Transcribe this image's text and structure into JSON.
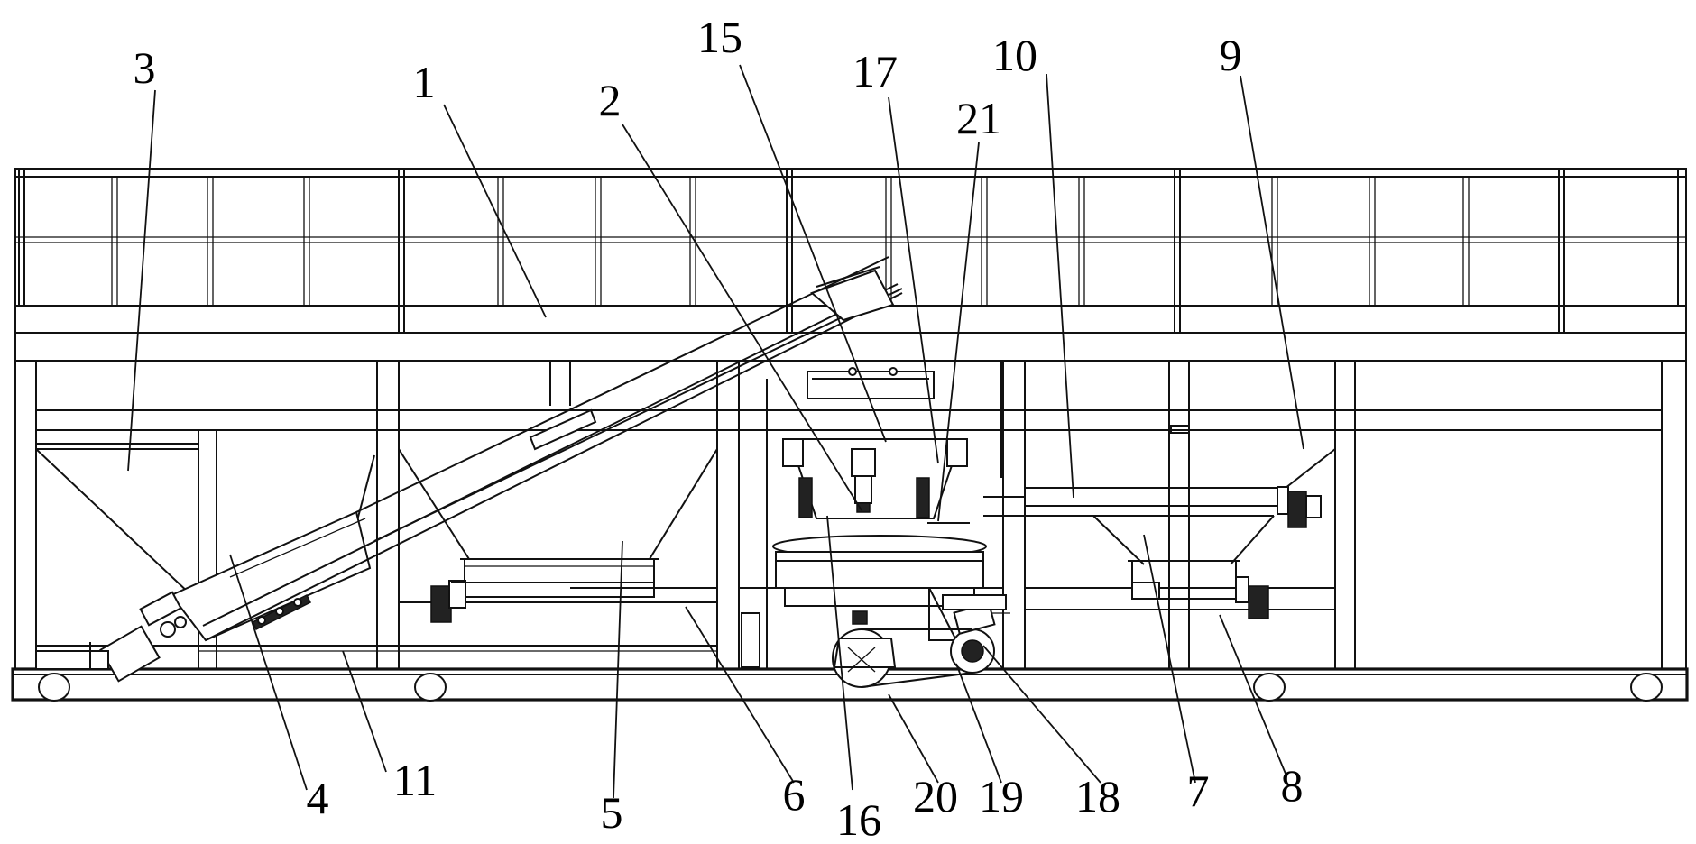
{
  "callouts": [
    {
      "id": "3",
      "text": "3"
    },
    {
      "id": "1",
      "text": "1"
    },
    {
      "id": "2",
      "text": "2"
    },
    {
      "id": "15",
      "text": "15"
    },
    {
      "id": "17",
      "text": "17"
    },
    {
      "id": "10",
      "text": "10"
    },
    {
      "id": "21",
      "text": "21"
    },
    {
      "id": "9",
      "text": "9"
    },
    {
      "id": "4",
      "text": "4"
    },
    {
      "id": "11",
      "text": "11"
    },
    {
      "id": "5",
      "text": "5"
    },
    {
      "id": "6",
      "text": "6"
    },
    {
      "id": "16",
      "text": "16"
    },
    {
      "id": "20",
      "text": "20"
    },
    {
      "id": "19",
      "text": "19"
    },
    {
      "id": "18",
      "text": "18"
    },
    {
      "id": "7",
      "text": "7"
    },
    {
      "id": "8",
      "text": "8"
    }
  ]
}
